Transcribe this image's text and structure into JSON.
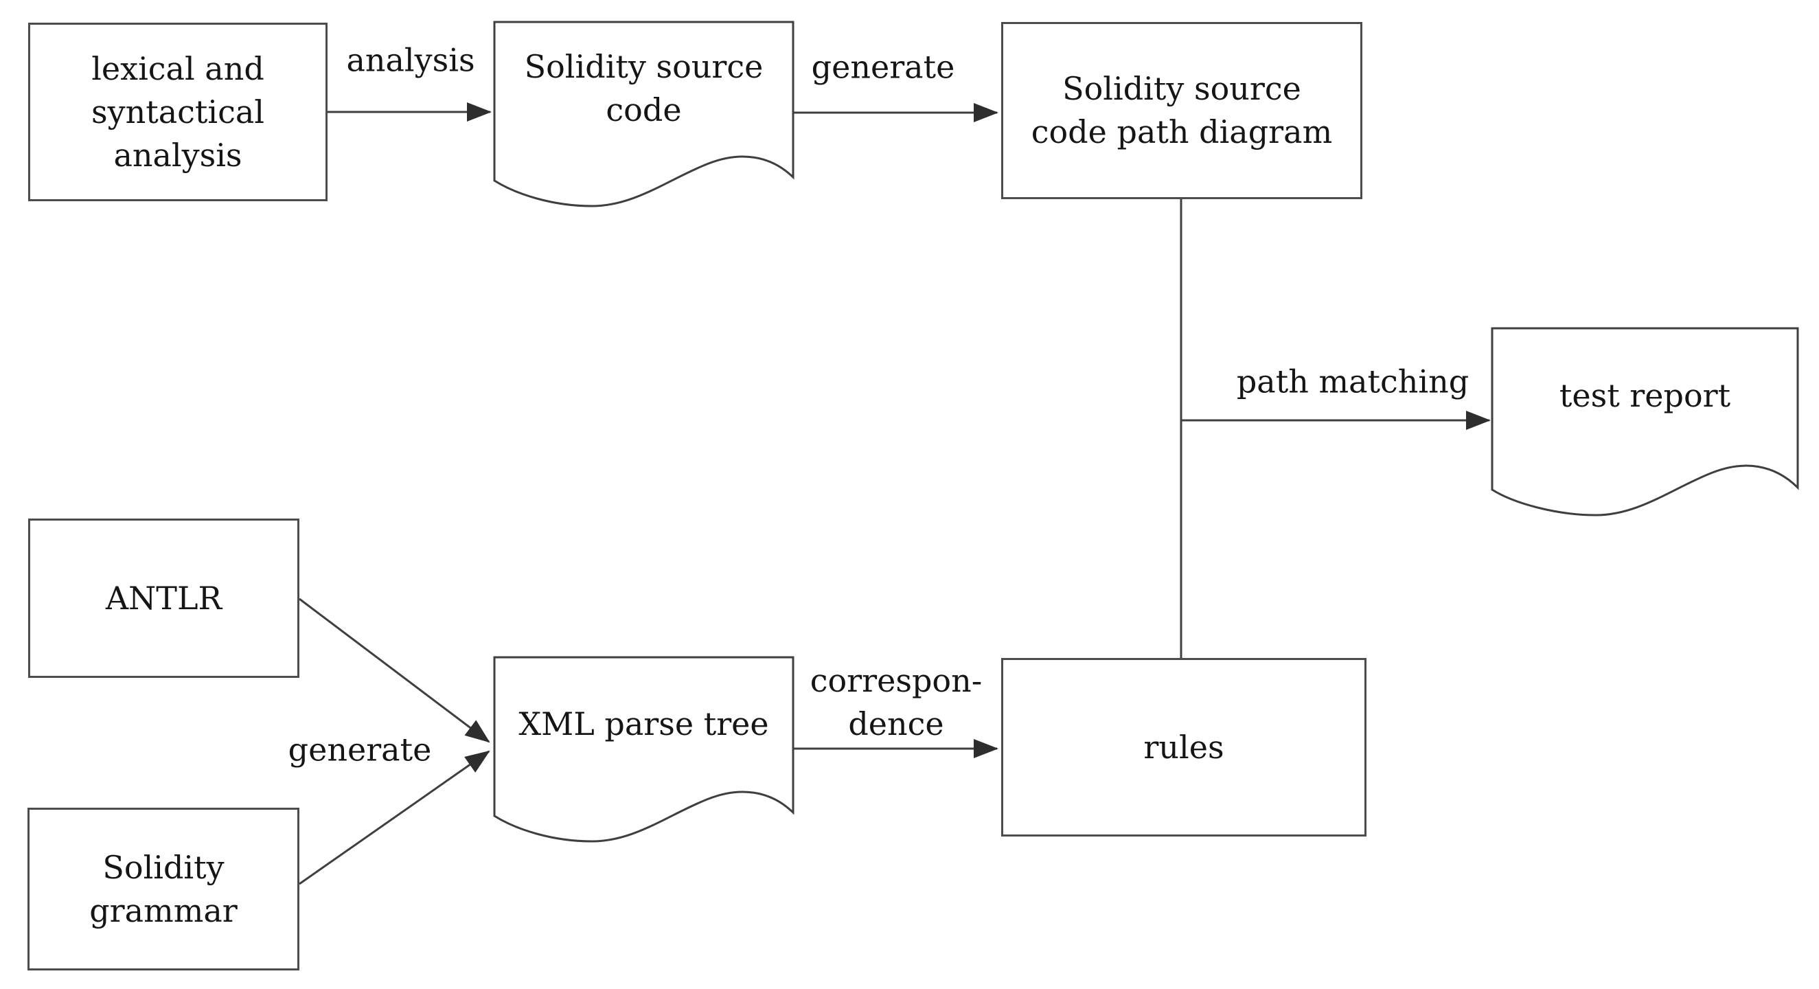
{
  "figure": {
    "type": "flowchart",
    "background_color": "#ffffff",
    "line_color": "#3f3f3f",
    "text_color": "#151515"
  },
  "nodes": {
    "lexical": {
      "label": "lexical and\nsyntactical\nanalysis",
      "shape": "rectangle"
    },
    "solidity_source_code": {
      "label": "Solidity source\ncode",
      "shape": "document"
    },
    "path_diagram": {
      "label": "Solidity source\ncode path diagram",
      "shape": "rectangle"
    },
    "test_report": {
      "label": "test report",
      "shape": "document"
    },
    "antlr": {
      "label": "ANTLR",
      "shape": "rectangle"
    },
    "solidity_grammar": {
      "label": "Solidity\ngrammar",
      "shape": "rectangle"
    },
    "xml_parse_tree": {
      "label": "XML parse tree",
      "shape": "document"
    },
    "rules": {
      "label": "rules",
      "shape": "rectangle"
    }
  },
  "edges": {
    "analysis": {
      "label": "analysis",
      "from": "lexical",
      "to": "solidity_source_code"
    },
    "generate_top": {
      "label": "generate",
      "from": "solidity_source_code",
      "to": "path_diagram"
    },
    "path_matching": {
      "label": "path matching",
      "from": "path_diagram",
      "to": "test_report"
    },
    "generate_bottom": {
      "label": "generate",
      "from": "antlr, solidity_grammar",
      "to": "xml_parse_tree"
    },
    "correspondence": {
      "label": "correspon-\ndence",
      "from": "xml_parse_tree",
      "to": "rules"
    },
    "diagram_to_rules": {
      "label": "",
      "from": "path_diagram",
      "to": "rules"
    }
  }
}
